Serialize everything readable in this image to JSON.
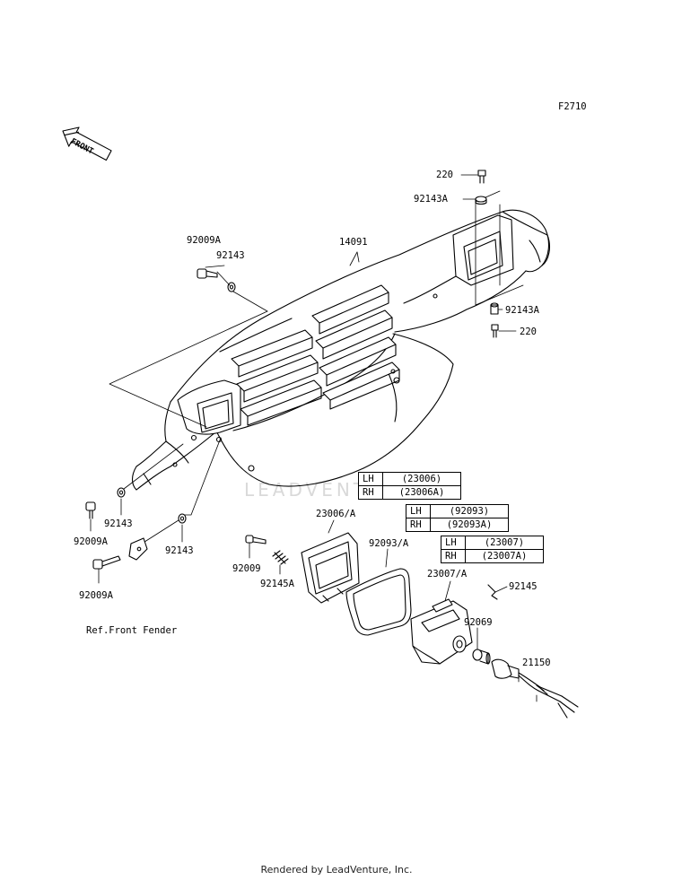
{
  "figure_code": "F2710",
  "front_label": "FRONT",
  "watermark_text": "LEADVENTURE",
  "footer": "Rendered by LeadVenture, Inc.",
  "reference_note": "Ref.Front Fender",
  "callouts": {
    "c220_top": "220",
    "c92143A_top": "92143A",
    "c92009A_top": "92009A",
    "c92143_top": "92143",
    "c14091": "14091",
    "c92143A_right": "92143A",
    "c220_right": "220",
    "c92009A_mid": "92009A",
    "c92143_mid": "92143",
    "c92143_low": "92143",
    "c92009A_low": "92009A",
    "c23006": "23006/A",
    "c92093": "92093/A",
    "c23007": "23007/A",
    "c92009": "92009",
    "c92145A": "92145A",
    "c92145": "92145",
    "c92069": "92069",
    "c21150": "21150"
  },
  "tables": {
    "t23006": {
      "lh_side": "LH",
      "lh_code": "(23006)",
      "rh_side": "RH",
      "rh_code": "(23006A)"
    },
    "t92093": {
      "lh_side": "LH",
      "lh_code": "(92093)",
      "rh_side": "RH",
      "rh_code": "(92093A)"
    },
    "t23007": {
      "lh_side": "LH",
      "lh_code": "(23007)",
      "rh_side": "RH",
      "rh_code": "(23007A)"
    }
  },
  "colors": {
    "line": "#000000",
    "watermark": "#d9d9d9"
  }
}
